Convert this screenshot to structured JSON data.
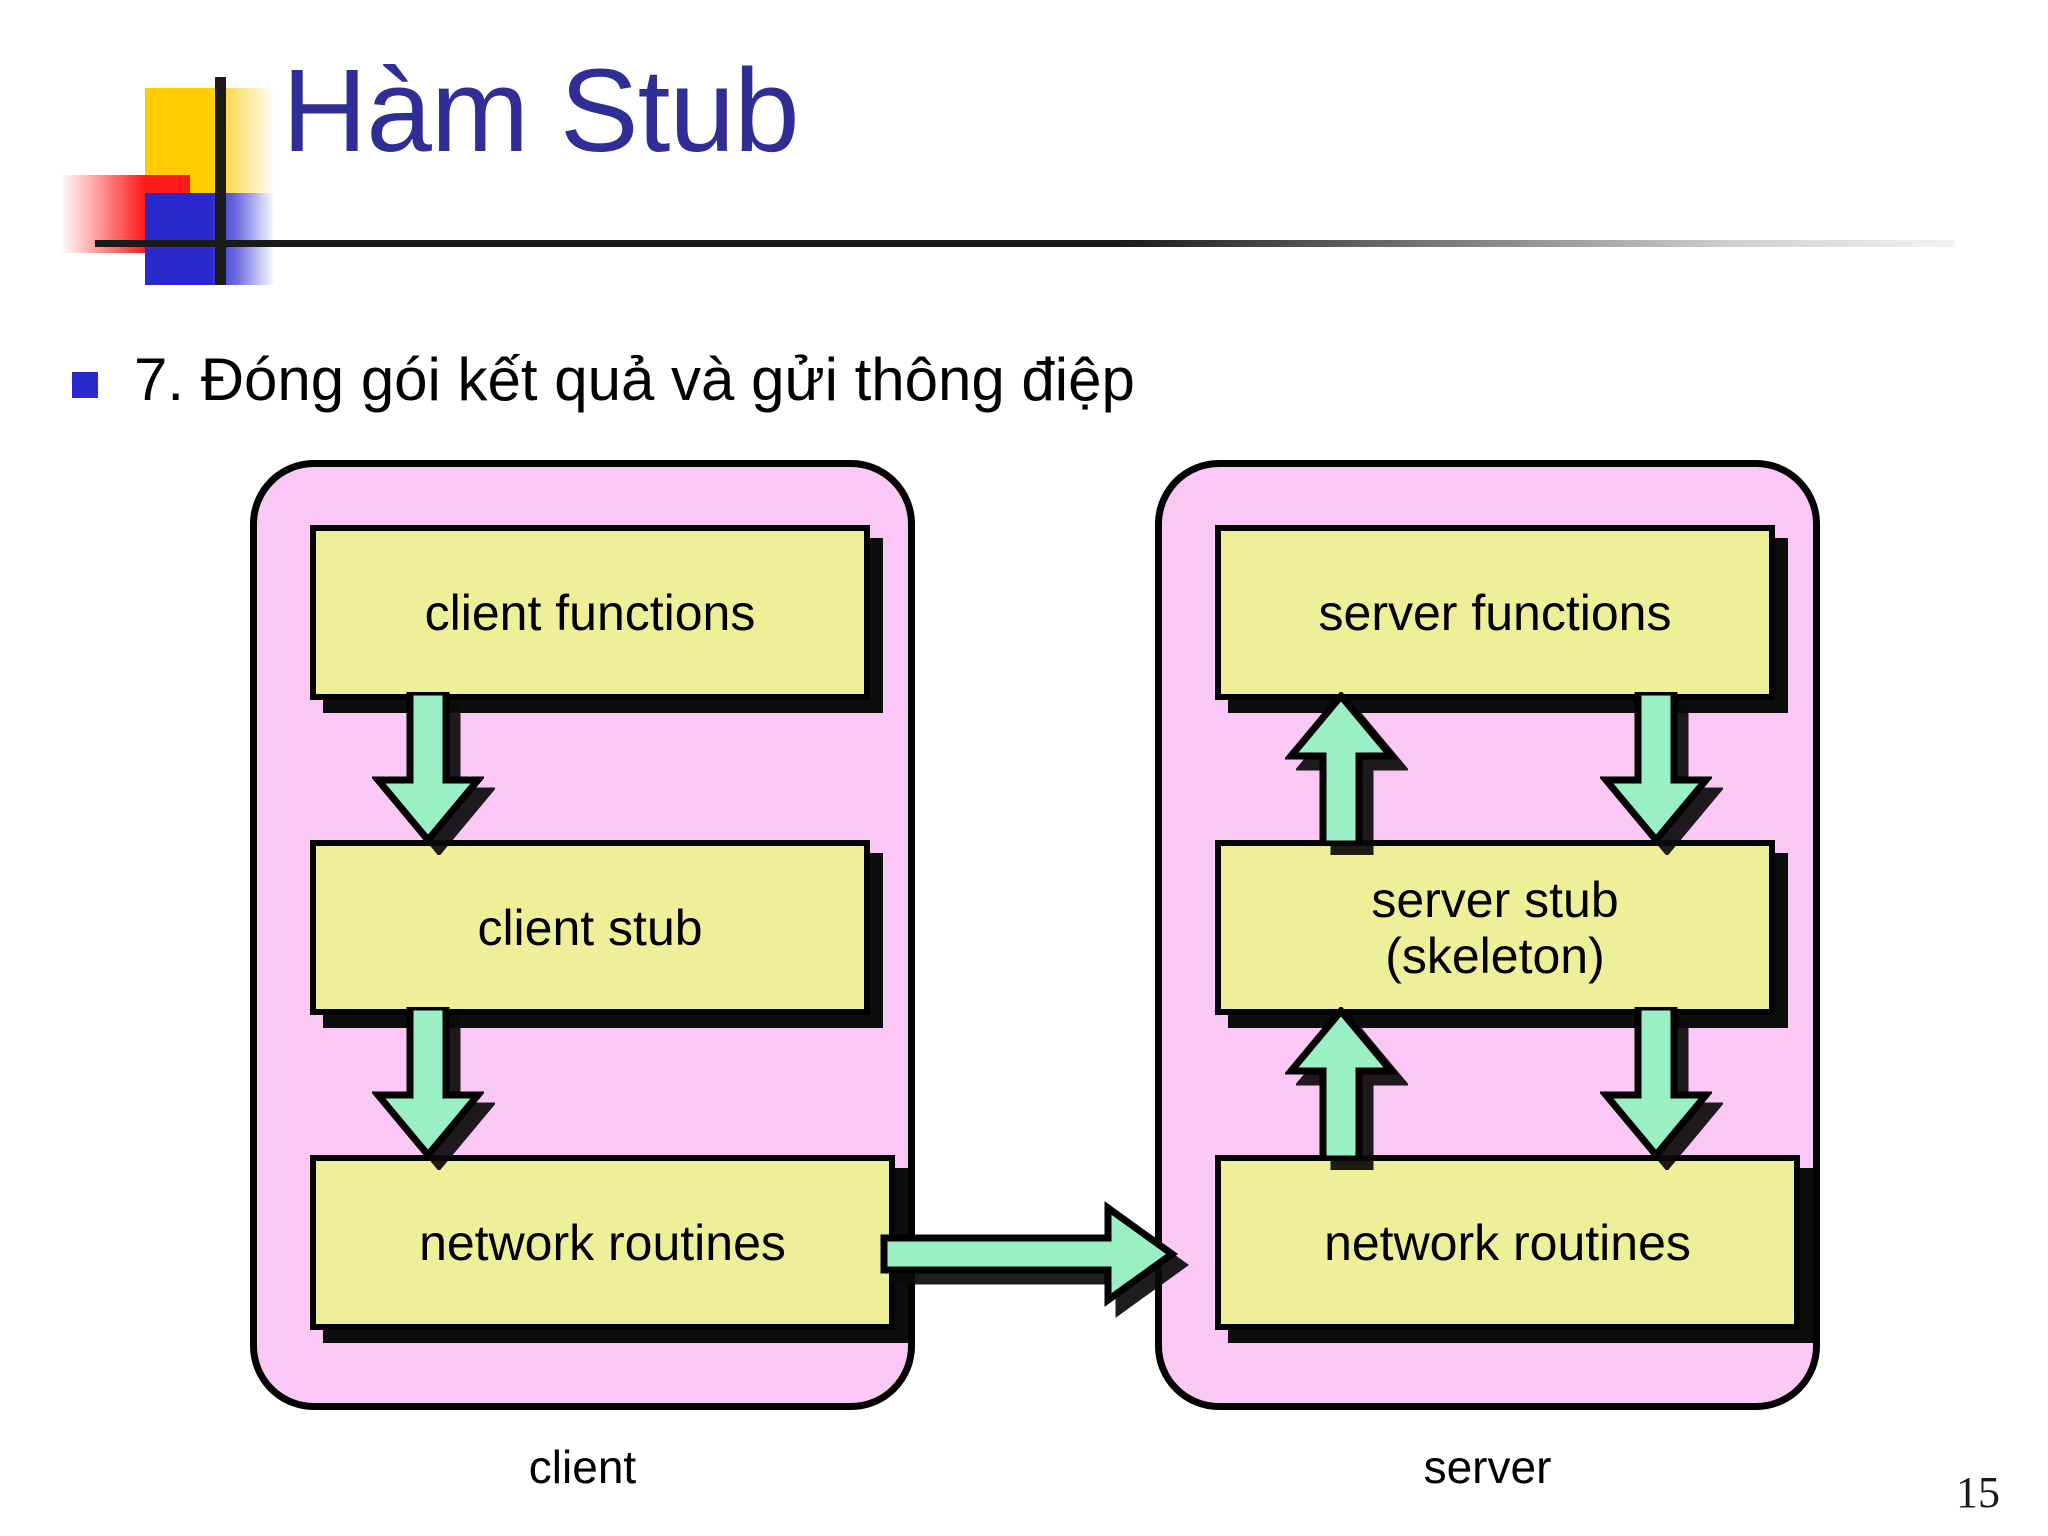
{
  "slide": {
    "title": "Hàm Stub",
    "title_color": "#2E2E96",
    "page_number": "15",
    "bullet": {
      "marker": "square-bullet",
      "text": "7. Đóng gói kết quả và gửi thông điệp"
    }
  },
  "logo": {
    "squares": [
      "yellow-square",
      "red-square",
      "blue-square"
    ],
    "colors": {
      "yellow": "#FFCC00",
      "red": "#FF1A1A",
      "blue": "#2929CC",
      "crosshair": "#1a1a1a"
    }
  },
  "diagram": {
    "colors": {
      "panel_fill": "#FBC8F5",
      "box_fill": "#EFEF99",
      "arrow_fill": "#99F0C4",
      "outline": "#000000",
      "shadow": "#0d0d0d"
    },
    "panels": [
      {
        "id": "client",
        "label": "client",
        "boxes": [
          {
            "id": "client-functions",
            "label": "client functions"
          },
          {
            "id": "client-stub",
            "label": "client stub"
          },
          {
            "id": "client-network",
            "label": "network routines"
          }
        ],
        "arrows": [
          {
            "id": "client-functions-to-stub",
            "direction": "down"
          },
          {
            "id": "client-stub-to-network",
            "direction": "down"
          }
        ]
      },
      {
        "id": "server",
        "label": "server",
        "boxes": [
          {
            "id": "server-functions",
            "label": "server functions"
          },
          {
            "id": "server-stub",
            "label": "server stub\n(skeleton)",
            "line1": "server stub",
            "line2": "(skeleton)"
          },
          {
            "id": "server-network",
            "label": "network routines"
          }
        ],
        "arrows": [
          {
            "id": "server-stub-to-functions",
            "direction": "up"
          },
          {
            "id": "server-network-to-stub",
            "direction": "up"
          },
          {
            "id": "server-functions-to-stub",
            "direction": "down"
          },
          {
            "id": "server-stub-to-network",
            "direction": "down"
          }
        ]
      }
    ],
    "link_arrow": {
      "id": "client-network-to-server-network",
      "direction": "right"
    }
  }
}
